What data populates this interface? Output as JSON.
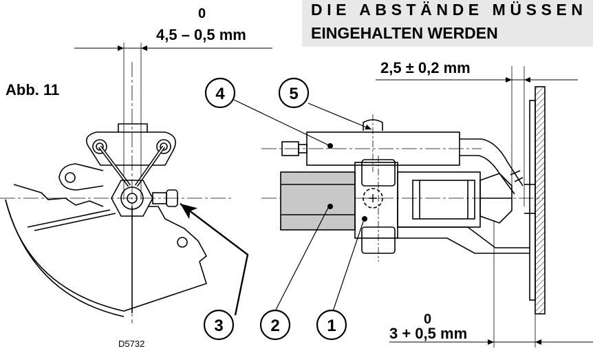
{
  "banner": {
    "line1": "DIE ABSTÄNDE MÜSSEN",
    "line2": "EINGEHALTEN WERDEN"
  },
  "figure_label": "Abb. 11",
  "drawing_code": "D5732",
  "dimensions": {
    "top_left": {
      "tolerance": "0",
      "value": "4,5 – 0,5 mm"
    },
    "top_right": {
      "value": "2,5 ± 0,2 mm"
    },
    "bottom_right": {
      "tolerance": "0",
      "value": "3 + 0,5 mm"
    }
  },
  "callouts": [
    "1",
    "2",
    "3",
    "4",
    "5"
  ]
}
